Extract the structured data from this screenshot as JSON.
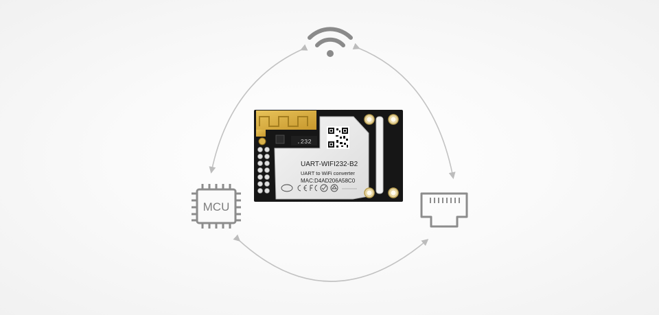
{
  "icons": {
    "top": "wifi-icon",
    "left": "mcu-chip-icon",
    "right": "ethernet-port-icon"
  },
  "mcu_label": "MCU",
  "module": {
    "title": "UART-WIFI232-B2",
    "subtitle": "UART to WiFi converter",
    "mac": "MAC:D4AD206A58C0",
    "model_short": ".232",
    "marks": [
      "wifi-certification-icon",
      "ce-mark-icon",
      "fcc-mark-icon",
      "check-mark-icon",
      "recycle-mark-icon"
    ]
  },
  "colors": {
    "icon_gray": "#8c8c8c",
    "arrow_gray": "#bdbdbd",
    "pcb_black": "#161616",
    "antenna_gold": "#d8ac3c",
    "shield_silver": "#e9e9e9"
  }
}
